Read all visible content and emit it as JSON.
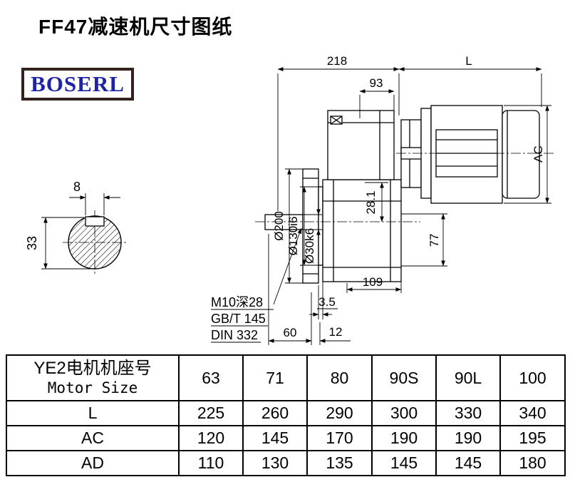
{
  "page": {
    "title": "FF47减速机尺寸图纸"
  },
  "logo": {
    "text": "BOSERL"
  },
  "drawing": {
    "shaft_section": {
      "width_dim": "8",
      "height_dim": "33"
    },
    "dims": {
      "top_width": "218",
      "motor_length": "L",
      "input_width": "93",
      "motor_diameter": "AC",
      "keyway_height": "28.1",
      "flange_diameter": "Ø200",
      "spigot_diameter": "Ø130i6",
      "shaft_diameter": "Ø30k6",
      "center_height": "77",
      "housing_length": "109",
      "gap": "3.5",
      "shaft_length": "60",
      "flange_thickness": "12"
    },
    "thread_note": [
      "M10深28",
      "GB/T 145",
      "DIN 332"
    ]
  },
  "table": {
    "header_label_cn": "YE2电机机座号",
    "header_label_en": "Motor Size",
    "motor_sizes": [
      "63",
      "71",
      "80",
      "90S",
      "90L",
      "100"
    ],
    "rows": [
      {
        "label": "L",
        "values": [
          "225",
          "260",
          "290",
          "300",
          "330",
          "340"
        ]
      },
      {
        "label": "AC",
        "values": [
          "120",
          "145",
          "170",
          "190",
          "190",
          "195"
        ]
      },
      {
        "label": "AD",
        "values": [
          "110",
          "130",
          "135",
          "145",
          "145",
          "180"
        ]
      }
    ]
  }
}
